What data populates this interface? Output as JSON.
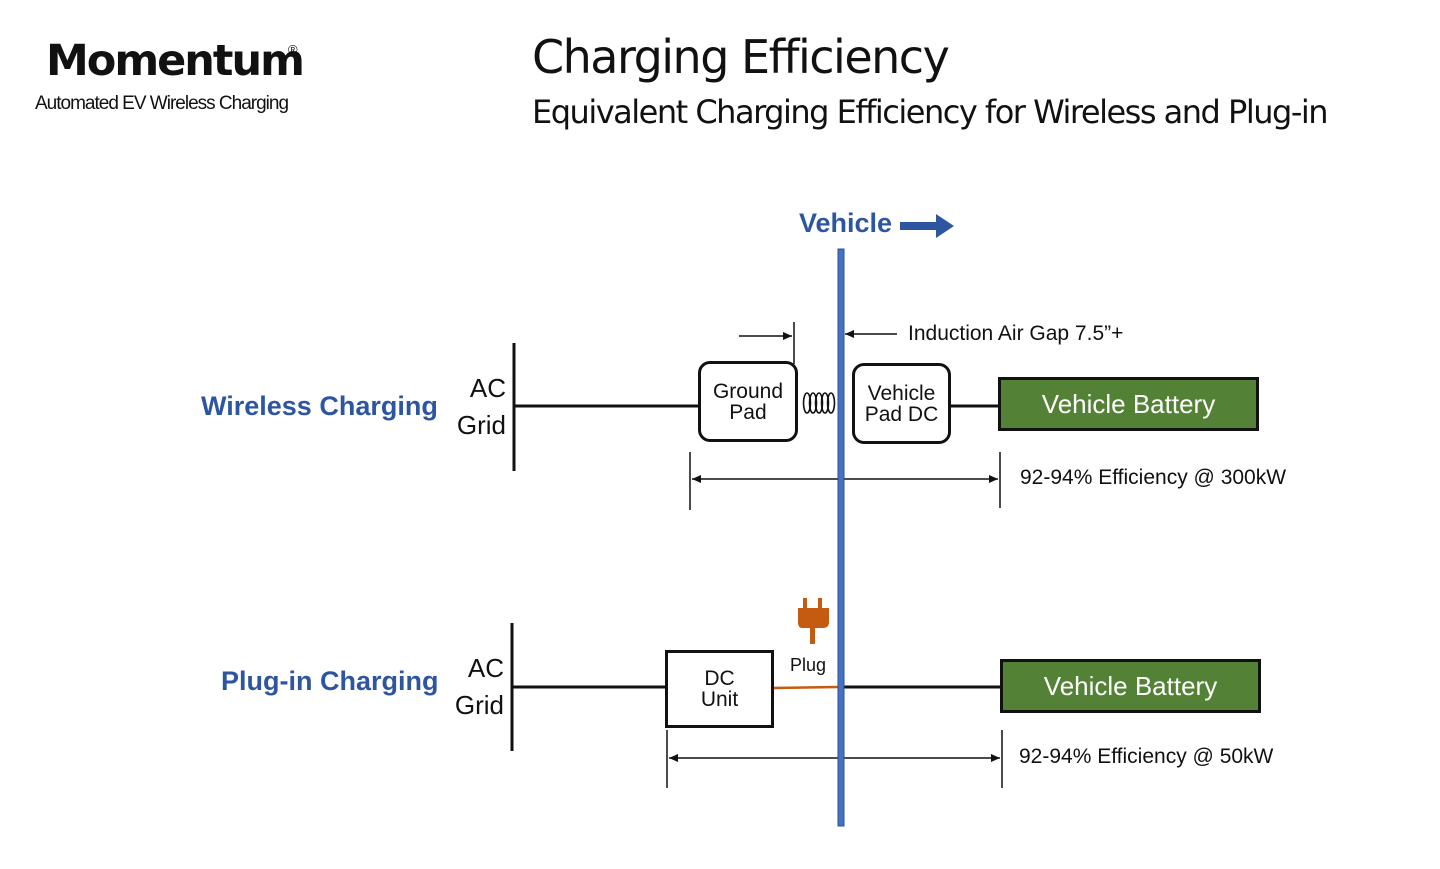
{
  "logo": {
    "name": "Momentum",
    "registered": "®",
    "tagline": "Automated EV Wireless Charging"
  },
  "header": {
    "title": "Charging Efficiency",
    "subtitle": "Equivalent Charging Efficiency for Wireless and Plug-in"
  },
  "vehicle": {
    "label": "Vehicle",
    "divider_color": "#4472c4",
    "arrow_color": "#2e56a0"
  },
  "wireless": {
    "label": "Wireless Charging",
    "ac": "AC",
    "grid": "Grid",
    "ground_pad": [
      "Ground",
      "Pad"
    ],
    "vehicle_pad": [
      "Vehicle",
      "Pad DC"
    ],
    "battery": "Vehicle Battery",
    "air_gap": "Induction Air Gap 7.5”+",
    "efficiency": "92-94% Efficiency @ 300kW"
  },
  "plugin": {
    "label": "Plug-in Charging",
    "ac": "AC",
    "grid": "Grid",
    "dc_unit": [
      "DC",
      "Unit"
    ],
    "plug": "Plug",
    "battery": "Vehicle Battery",
    "efficiency": "92-94% Efficiency @ 50kW",
    "plug_color": "#c55a11"
  },
  "colors": {
    "label_blue": "#2e56a0",
    "battery_green": "#538135"
  }
}
